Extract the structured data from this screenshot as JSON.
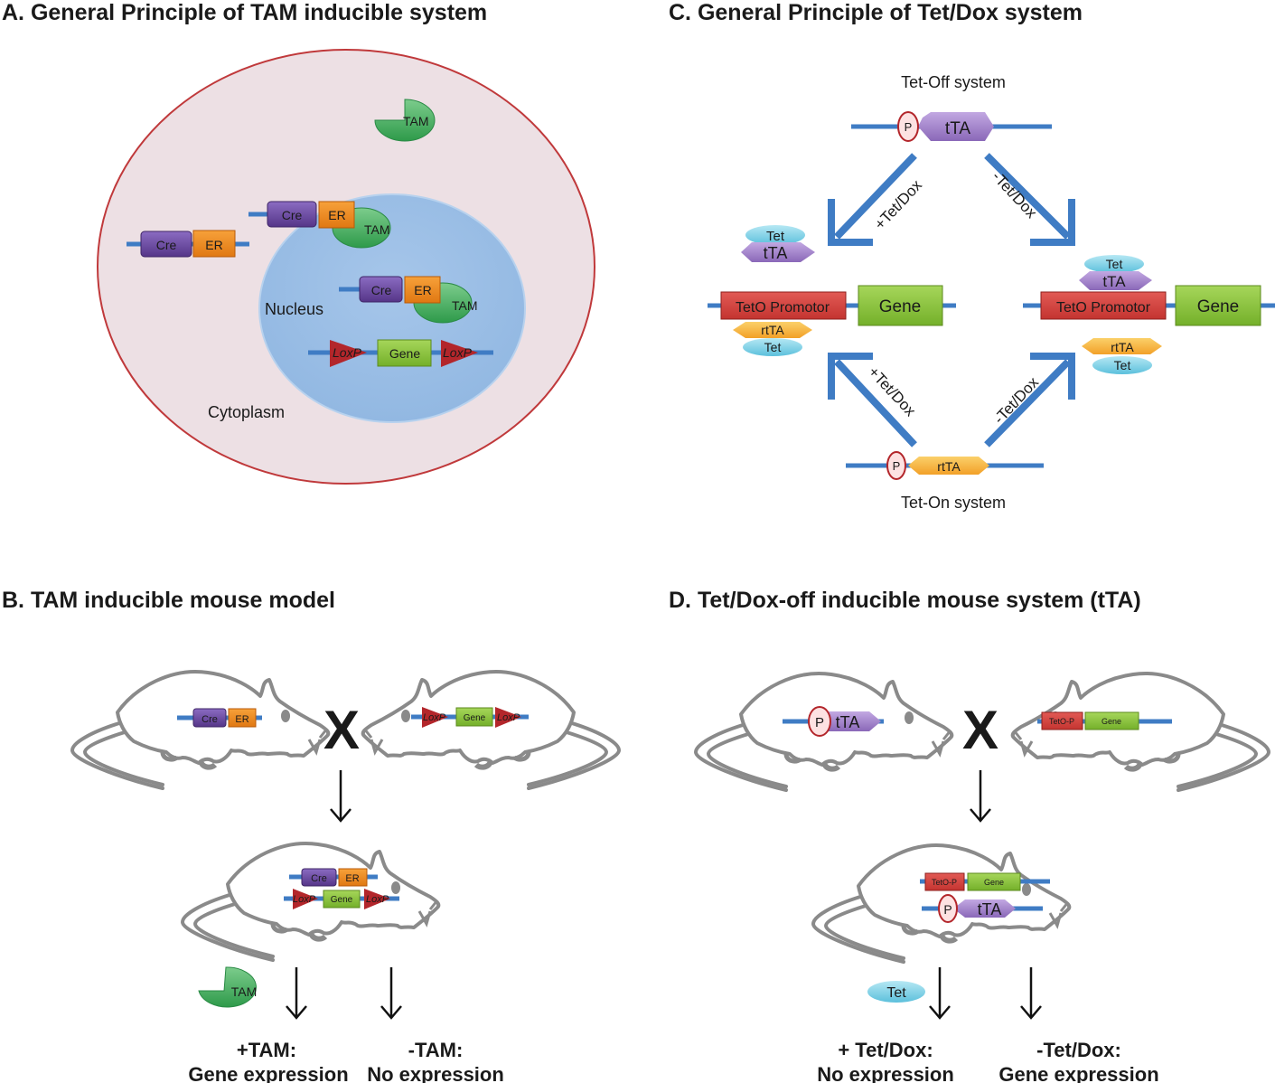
{
  "panels": {
    "A": {
      "title": "A. General Principle of TAM inducible system",
      "nucleus_label": "Nucleus",
      "cytoplasm_label": "Cytoplasm",
      "tam_label": "TAM",
      "cre_label": "Cre",
      "er_label": "ER",
      "gene_label": "Gene",
      "loxp_label": "LoxP"
    },
    "B": {
      "title": "B. TAM inducible mouse model",
      "cross_symbol": "X",
      "cre_label": "Cre",
      "er_label": "ER",
      "gene_label": "Gene",
      "loxp_label": "LoxP",
      "tam_label": "TAM",
      "outcome_plus_title": "+TAM:",
      "outcome_plus_desc": "Gene expression",
      "outcome_minus_title": "-TAM:",
      "outcome_minus_desc": "No expression"
    },
    "C": {
      "title": "C. General Principle of Tet/Dox system",
      "tet_off_label": "Tet-Off system",
      "tet_on_label": "Tet-On system",
      "promoter_symbol": "P",
      "tta_label": "tTA",
      "rtta_label": "rtTA",
      "tet_label": "Tet",
      "teto_label": "TetO Promotor",
      "gene_label": "Gene",
      "arrow_plus_label": "+Tet/Dox",
      "arrow_minus_label": "-Tet/Dox"
    },
    "D": {
      "title": "D. Tet/Dox-off inducible mouse system (tTA)",
      "cross_symbol": "X",
      "promoter_symbol": "P",
      "tta_label": "tTA",
      "teto_short_label": "TetO-P",
      "gene_label": "Gene",
      "tet_label": "Tet",
      "outcome_plus_title": "+ Tet/Dox:",
      "outcome_plus_desc": "No expression",
      "outcome_minus_title": "-Tet/Dox:",
      "outcome_minus_desc": "Gene expression"
    }
  },
  "colors": {
    "dna": "#3f7cc4",
    "cre": "#6b4aa0",
    "er": "#ef8a1f",
    "tam": "#3aa55a",
    "gene": "#8cc63f",
    "loxp": "#b3262b",
    "tta": "#9b7bc4",
    "rtta": "#f6b43a",
    "tet": "#7fd0e6",
    "teto": "#d6403e",
    "cell": "#ede0e4",
    "cell_border": "#c0393b",
    "nucleus": "#9dc0e6"
  }
}
